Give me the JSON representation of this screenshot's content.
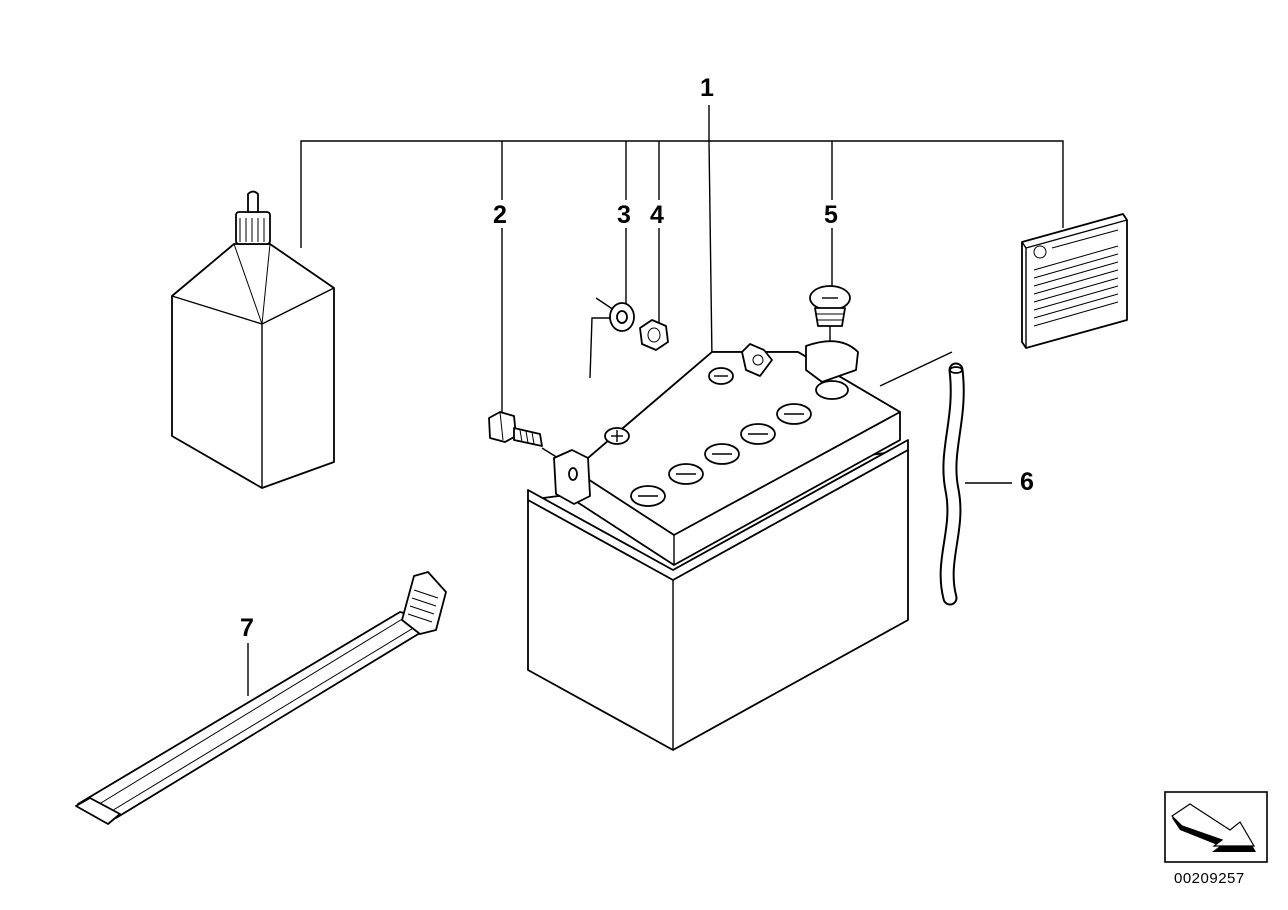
{
  "callouts": {
    "c1": "1",
    "c2": "2",
    "c3": "3",
    "c4": "4",
    "c5": "5",
    "c6": "6",
    "c7": "7"
  },
  "catalog_id": "00209257",
  "colors": {
    "line": "#000000",
    "background": "#ffffff"
  }
}
